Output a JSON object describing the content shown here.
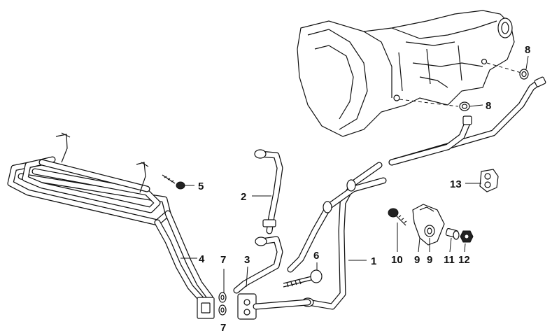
{
  "callouts": {
    "c1": "1",
    "c2": "2",
    "c3": "3",
    "c4": "4",
    "c5": "5",
    "c6": "6",
    "c7a": "7",
    "c7b": "7",
    "c8a": "8",
    "c8b": "8",
    "c9a": "9",
    "c9b": "9",
    "c10": "10",
    "c11": "11",
    "c12": "12",
    "c13": "13"
  }
}
